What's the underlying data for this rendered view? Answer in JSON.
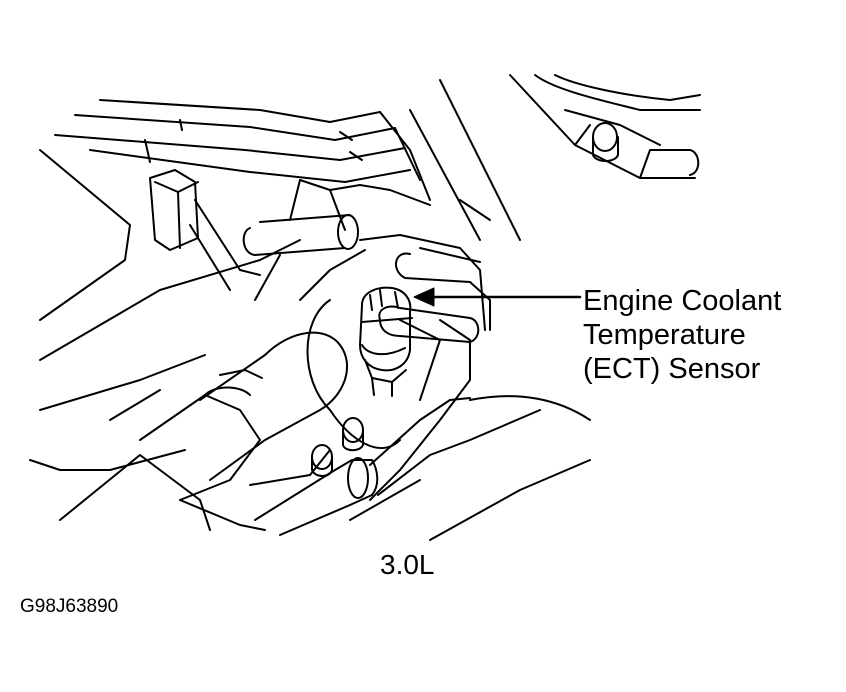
{
  "callout": {
    "line1": "Engine Coolant",
    "line2": "Temperature",
    "line3": "(ECT) Sensor"
  },
  "caption": "3.0L",
  "figure_code": "G98J63890",
  "colors": {
    "ink": "#000000",
    "background": "#ffffff"
  }
}
